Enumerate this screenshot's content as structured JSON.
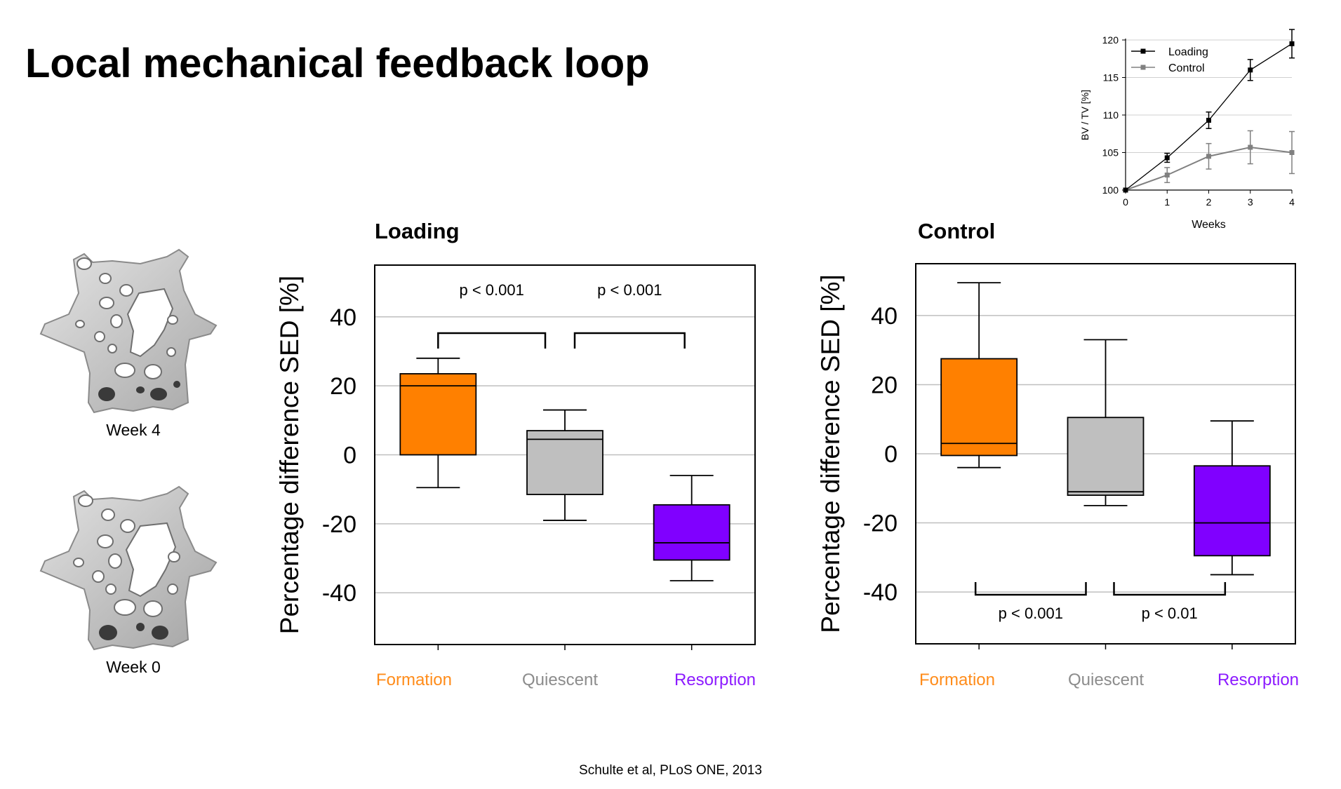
{
  "slide": {
    "title": "Local mechanical feedback loop",
    "citation": "Schulte et al, PLoS ONE, 2013"
  },
  "specimens": [
    {
      "caption": "Week 4"
    },
    {
      "caption": "Week 0"
    }
  ],
  "colors": {
    "formation": "#ff8000",
    "quiescent": "#bfbfbf",
    "resorption": "#8000ff",
    "formation_label": "#ff8c1a",
    "quiescent_label": "#8c8c8c",
    "resorption_label": "#8c1aff",
    "loading_series": "#000000",
    "control_series": "#808080",
    "gridline": "#bfbfbf"
  },
  "chart_data": [
    {
      "type": "box",
      "title": "Loading",
      "ylabel": "Percentage difference SED [%]",
      "ylim": [
        -55,
        55
      ],
      "yticks": [
        -40,
        -20,
        0,
        20,
        40
      ],
      "grid": true,
      "categories": [
        "Formation",
        "Quiescent",
        "Resorption"
      ],
      "boxes": [
        {
          "whisker_low": -9.5,
          "q1": 0,
          "median": 20,
          "q3": 23.5,
          "whisker_high": 28
        },
        {
          "whisker_low": -19,
          "q1": -11.5,
          "median": 4.5,
          "q3": 7,
          "whisker_high": 13
        },
        {
          "whisker_low": -36.5,
          "q1": -30.5,
          "median": -25.5,
          "q3": -14.5,
          "whisker_high": -6
        }
      ],
      "annotations": [
        {
          "text": "p < 0.001",
          "between": [
            0,
            1
          ],
          "position": "top"
        },
        {
          "text": "p < 0.001",
          "between": [
            1,
            2
          ],
          "position": "top"
        }
      ]
    },
    {
      "type": "box",
      "title": "Control",
      "ylabel": "Percentage difference SED [%]",
      "ylim": [
        -55,
        55
      ],
      "yticks": [
        -40,
        -20,
        0,
        20,
        40
      ],
      "grid": true,
      "categories": [
        "Formation",
        "Quiescent",
        "Resorption"
      ],
      "boxes": [
        {
          "whisker_low": -4,
          "q1": -0.5,
          "median": 3,
          "q3": 27.5,
          "whisker_high": 49.5
        },
        {
          "whisker_low": -15,
          "q1": -12,
          "median": -11,
          "q3": 10.5,
          "whisker_high": 33
        },
        {
          "whisker_low": -35,
          "q1": -29.5,
          "median": -20,
          "q3": -3.5,
          "whisker_high": 9.5
        }
      ],
      "annotations": [
        {
          "text": "p < 0.001",
          "between": [
            0,
            1
          ],
          "position": "bottom"
        },
        {
          "text": "p < 0.01",
          "between": [
            1,
            2
          ],
          "position": "bottom"
        }
      ]
    },
    {
      "type": "line",
      "xlabel": "Weeks",
      "ylabel": "BV / TV [%]",
      "x": [
        0,
        1,
        2,
        3,
        4
      ],
      "xlim": [
        0,
        4
      ],
      "ylim": [
        100,
        120
      ],
      "yticks": [
        100,
        105,
        110,
        115,
        120
      ],
      "grid": true,
      "legend": "top-left",
      "series": [
        {
          "name": "Loading",
          "values": [
            100,
            104.3,
            109.3,
            116,
            119.5
          ],
          "errors": [
            0,
            0.6,
            1.1,
            1.4,
            1.9
          ]
        },
        {
          "name": "Control",
          "values": [
            100,
            102,
            104.5,
            105.7,
            105
          ],
          "errors": [
            0,
            1,
            1.7,
            2.2,
            2.8
          ]
        }
      ]
    }
  ]
}
